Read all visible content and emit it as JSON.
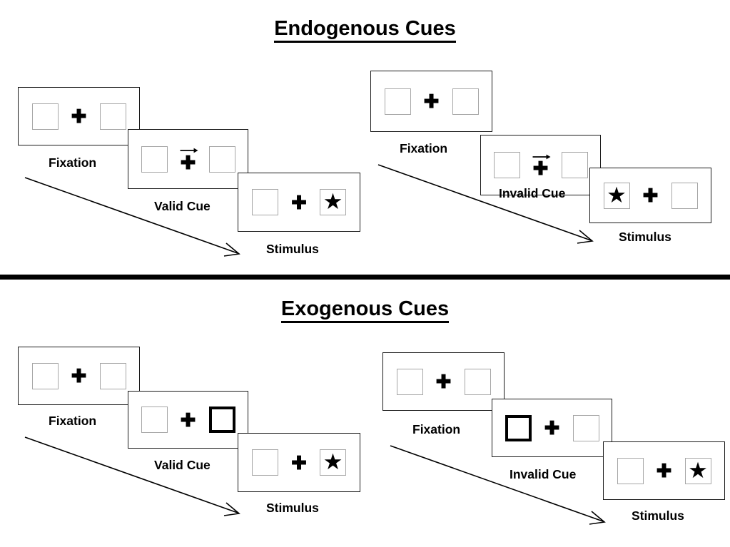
{
  "figure": {
    "title_top": "Endogenous Cues",
    "title_bottom": "Exogenous Cues",
    "glyphs": {
      "fixation_cross": "✚",
      "star": "★",
      "arrow_right": "➡"
    },
    "colors": {
      "ink": "#000000",
      "panel_border": "#1a1a1a",
      "box_border": "#a6a6a6",
      "cued_box_border": "#000000",
      "background": "#ffffff"
    }
  },
  "sections": [
    {
      "id": "endogenous",
      "title": "Endogenous Cues",
      "sequences": [
        {
          "id": "endogenous-valid",
          "cue_type": "central-arrow",
          "frames": [
            {
              "caption": "Fixation",
              "left_box": {
                "content": "empty",
                "cued": false
              },
              "right_box": {
                "content": "empty",
                "cued": false
              },
              "center_cue": "none"
            },
            {
              "caption": "Valid Cue",
              "left_box": {
                "content": "empty",
                "cued": false
              },
              "right_box": {
                "content": "empty",
                "cued": false
              },
              "center_cue": "arrow-right"
            },
            {
              "caption": "Stimulus",
              "left_box": {
                "content": "empty",
                "cued": false
              },
              "right_box": {
                "content": "star",
                "cued": false
              },
              "center_cue": "none"
            }
          ]
        },
        {
          "id": "endogenous-invalid",
          "cue_type": "central-arrow",
          "frames": [
            {
              "caption": "Fixation",
              "left_box": {
                "content": "empty",
                "cued": false
              },
              "right_box": {
                "content": "empty",
                "cued": false
              },
              "center_cue": "none"
            },
            {
              "caption": "Invalid Cue",
              "left_box": {
                "content": "empty",
                "cued": false
              },
              "right_box": {
                "content": "empty",
                "cued": false
              },
              "center_cue": "arrow-right"
            },
            {
              "caption": "Stimulus",
              "left_box": {
                "content": "star",
                "cued": false
              },
              "right_box": {
                "content": "empty",
                "cued": false
              },
              "center_cue": "none"
            }
          ]
        }
      ]
    },
    {
      "id": "exogenous",
      "title": "Exogenous Cues",
      "sequences": [
        {
          "id": "exogenous-valid",
          "cue_type": "peripheral-box",
          "frames": [
            {
              "caption": "Fixation",
              "left_box": {
                "content": "empty",
                "cued": false
              },
              "right_box": {
                "content": "empty",
                "cued": false
              },
              "center_cue": "none"
            },
            {
              "caption": "Valid Cue",
              "left_box": {
                "content": "empty",
                "cued": false
              },
              "right_box": {
                "content": "empty",
                "cued": true
              },
              "center_cue": "none"
            },
            {
              "caption": "Stimulus",
              "left_box": {
                "content": "empty",
                "cued": false
              },
              "right_box": {
                "content": "star",
                "cued": false
              },
              "center_cue": "none"
            }
          ]
        },
        {
          "id": "exogenous-invalid",
          "cue_type": "peripheral-box",
          "frames": [
            {
              "caption": "Fixation",
              "left_box": {
                "content": "empty",
                "cued": false
              },
              "right_box": {
                "content": "empty",
                "cued": false
              },
              "center_cue": "none"
            },
            {
              "caption": "Invalid Cue",
              "left_box": {
                "content": "empty",
                "cued": true
              },
              "right_box": {
                "content": "empty",
                "cued": false
              },
              "center_cue": "none"
            },
            {
              "caption": "Stimulus",
              "left_box": {
                "content": "empty",
                "cued": false
              },
              "right_box": {
                "content": "star",
                "cued": false
              },
              "center_cue": "none"
            }
          ]
        }
      ]
    }
  ],
  "captions": {
    "fixation": "Fixation",
    "valid_cue": "Valid Cue",
    "invalid_cue": "Invalid Cue",
    "stimulus": "Stimulus"
  }
}
